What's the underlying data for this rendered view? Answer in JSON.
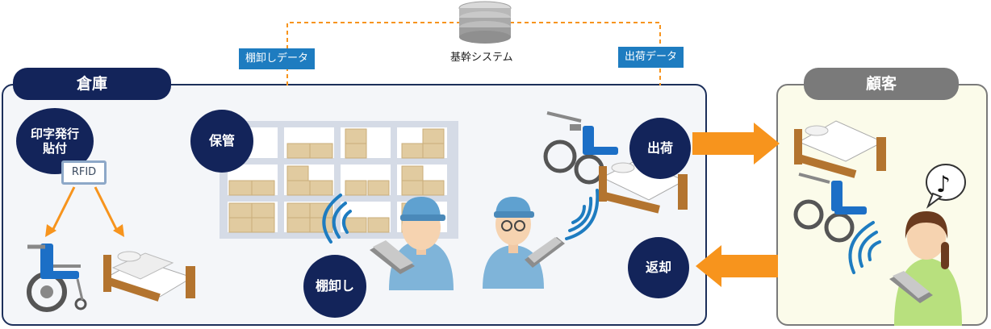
{
  "system": {
    "label": "基幹システム"
  },
  "tags": {
    "inventory_data": "棚卸しデータ",
    "shipping_data": "出荷データ"
  },
  "warehouse": {
    "title": "倉庫"
  },
  "customer": {
    "title": "顧客"
  },
  "steps": {
    "print_label": "印字発行\n貼付",
    "storage": "保管",
    "inventory": "棚卸し",
    "shipping": "出荷",
    "return": "返却"
  },
  "rfid": "RFID",
  "colors": {
    "navy": "#13245a",
    "arrow": "#f7941d",
    "tag": "#1e7cc0",
    "customer_border": "#7a7a7a"
  },
  "icons": [
    "database-icon",
    "wheelchair-icon",
    "care-bed-icon",
    "storage-shelf-icon",
    "worker-icon",
    "handheld-reader-icon",
    "radio-wave-icon",
    "music-note-icon",
    "caregiver-icon"
  ]
}
